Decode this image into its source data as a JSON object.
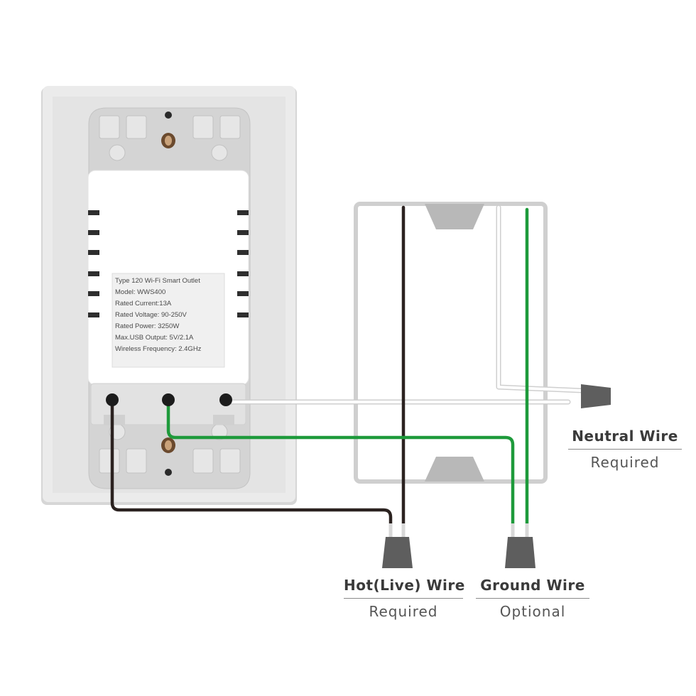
{
  "colors": {
    "plate": "#e9e9e9",
    "plate_shadow": "#cfcfcf",
    "bracket": "#d9d9d9",
    "module": "#ffffff",
    "box_outline": "#c8c8c8",
    "hot_wire": "#2b2220",
    "ground_wire": "#1e9a3b",
    "neutral_wire": "#f4f4f4",
    "wire_nut": "#5e5e5e"
  },
  "label_panel": {
    "lines": [
      "Type 120 Wi-Fi Smart Outlet",
      "Model:  WWS400",
      "Rated Current:13A",
      "Rated Voltage: 90-250V",
      "Rated Power:  3250W",
      "Max.USB Output: 5V/2.1A",
      "Wireless Frequency: 2.4GHz"
    ]
  },
  "wires": {
    "neutral": {
      "name": "Neutral  Wire",
      "requirement": "Required"
    },
    "hot": {
      "name": "Hot(Live)  Wire",
      "requirement": "Required"
    },
    "ground": {
      "name": "Ground  Wire",
      "requirement": "Optional"
    }
  },
  "icons": {
    "mount_screw": "screw-icon",
    "terminal": "terminal-screw-icon",
    "connector": "wire-nut-icon"
  }
}
